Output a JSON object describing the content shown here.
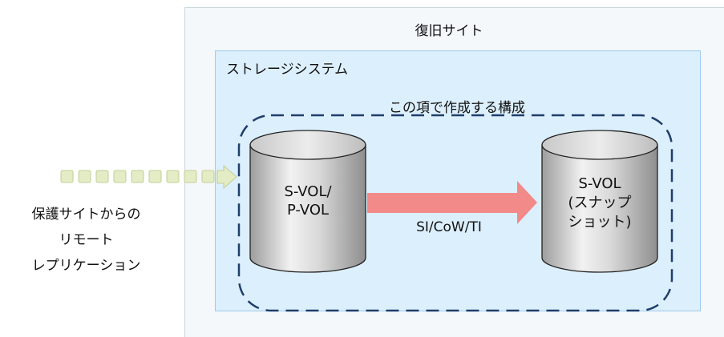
{
  "recovery_site": {
    "title": "復旧サイト"
  },
  "storage_system": {
    "title": "ストレージシステム"
  },
  "config_group": {
    "title": "この項で作成する構成"
  },
  "primary_volume": {
    "line1": "S-VOL/",
    "line2": "P-VOL"
  },
  "snapshot_volume": {
    "line1": "S-VOL",
    "line2": "(スナップ",
    "line3": "ショット)"
  },
  "copy_arrow": {
    "label": "SI/CoW/TI",
    "color": "#f28a8a"
  },
  "remote_replication": {
    "line1": "保護サイトからの",
    "line2": "リモート",
    "line3": "レプリケーション",
    "color": "#e3ecc4"
  }
}
